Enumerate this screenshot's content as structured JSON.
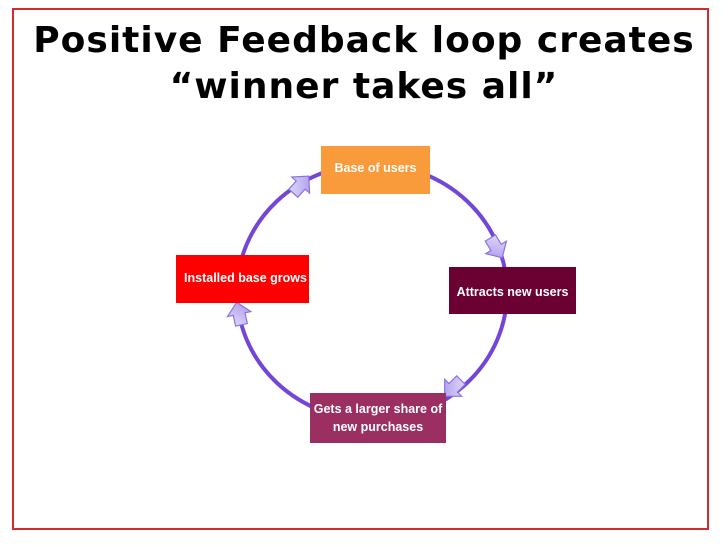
{
  "slide": {
    "title_line1": "Positive Feedback loop creates",
    "title_line2": "“winner takes all”",
    "border_color": "#d62a2a"
  },
  "cycle": {
    "ring_color": "#7446d8",
    "arrow_color": "#b7a7ef",
    "nodes": {
      "base": {
        "label": "Base of users",
        "color": "#f99b3a"
      },
      "attract": {
        "label": "Attracts new users",
        "color": "#6b0032"
      },
      "share": {
        "label": "Gets a larger share of new purchases",
        "color": "#9b2f62"
      },
      "installed": {
        "label": "Installed base grows",
        "color": "#ff0000"
      }
    }
  }
}
